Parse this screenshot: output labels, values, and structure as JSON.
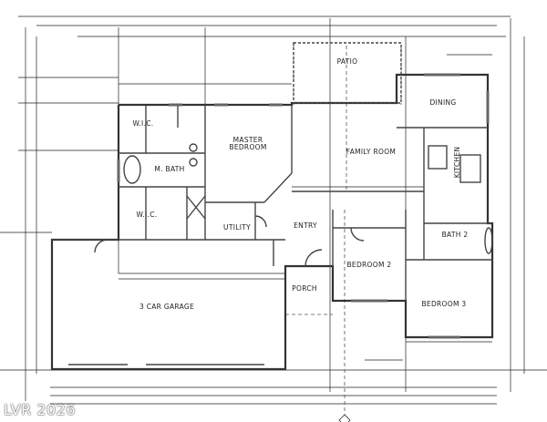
{
  "watermark": "LVR 2026",
  "rooms": {
    "patio": "PATIO",
    "wic_upper": "W.I.C.",
    "master_bedroom_1": "MASTER",
    "master_bedroom_2": "BEDROOM",
    "m_bath": "M. BATH",
    "wic_lower": "W.I.C.",
    "utility": "UTILITY",
    "entry": "ENTRY",
    "family_room": "FAMILY ROOM",
    "dining": "DINING",
    "kitchen": "KITCHEN",
    "bath_2": "BATH 2",
    "bedroom_2": "BEDROOM 2",
    "bedroom_3": "BEDROOM 3",
    "porch": "PORCH",
    "garage": "3 CAR GARAGE"
  }
}
